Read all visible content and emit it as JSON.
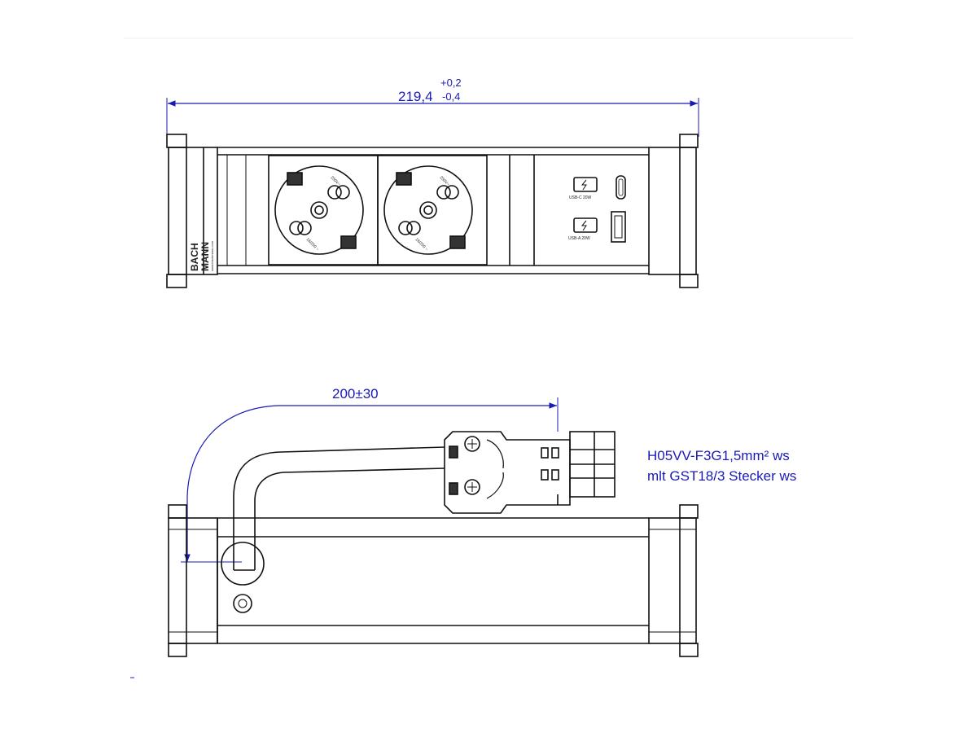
{
  "dimensions": {
    "length_nominal": "219,4",
    "tol_plus": "+0,2",
    "tol_minus": "-0,4",
    "cable_length": "200±30"
  },
  "cable_note": {
    "line1": "H05VV-F3G1,5mm² ws",
    "line2": "mlt GST18/3  Stecker ws"
  },
  "brand": {
    "logo_line1": "BACH",
    "logo_line2": "MANN",
    "website": "www.bachmann.com"
  },
  "socket": {
    "rating_top": "250V~",
    "rating_bottom": "16/250 ~"
  },
  "usb": {
    "usb_c_label": "USB-C 20W",
    "usb_a_label": "USB-A 20W"
  },
  "colors": {
    "dimension": "#1a1ab4",
    "outline": "#111111"
  },
  "icons": [
    "charging-icon",
    "usb-c-port-icon",
    "usb-a-port-icon",
    "screw-icon"
  ]
}
